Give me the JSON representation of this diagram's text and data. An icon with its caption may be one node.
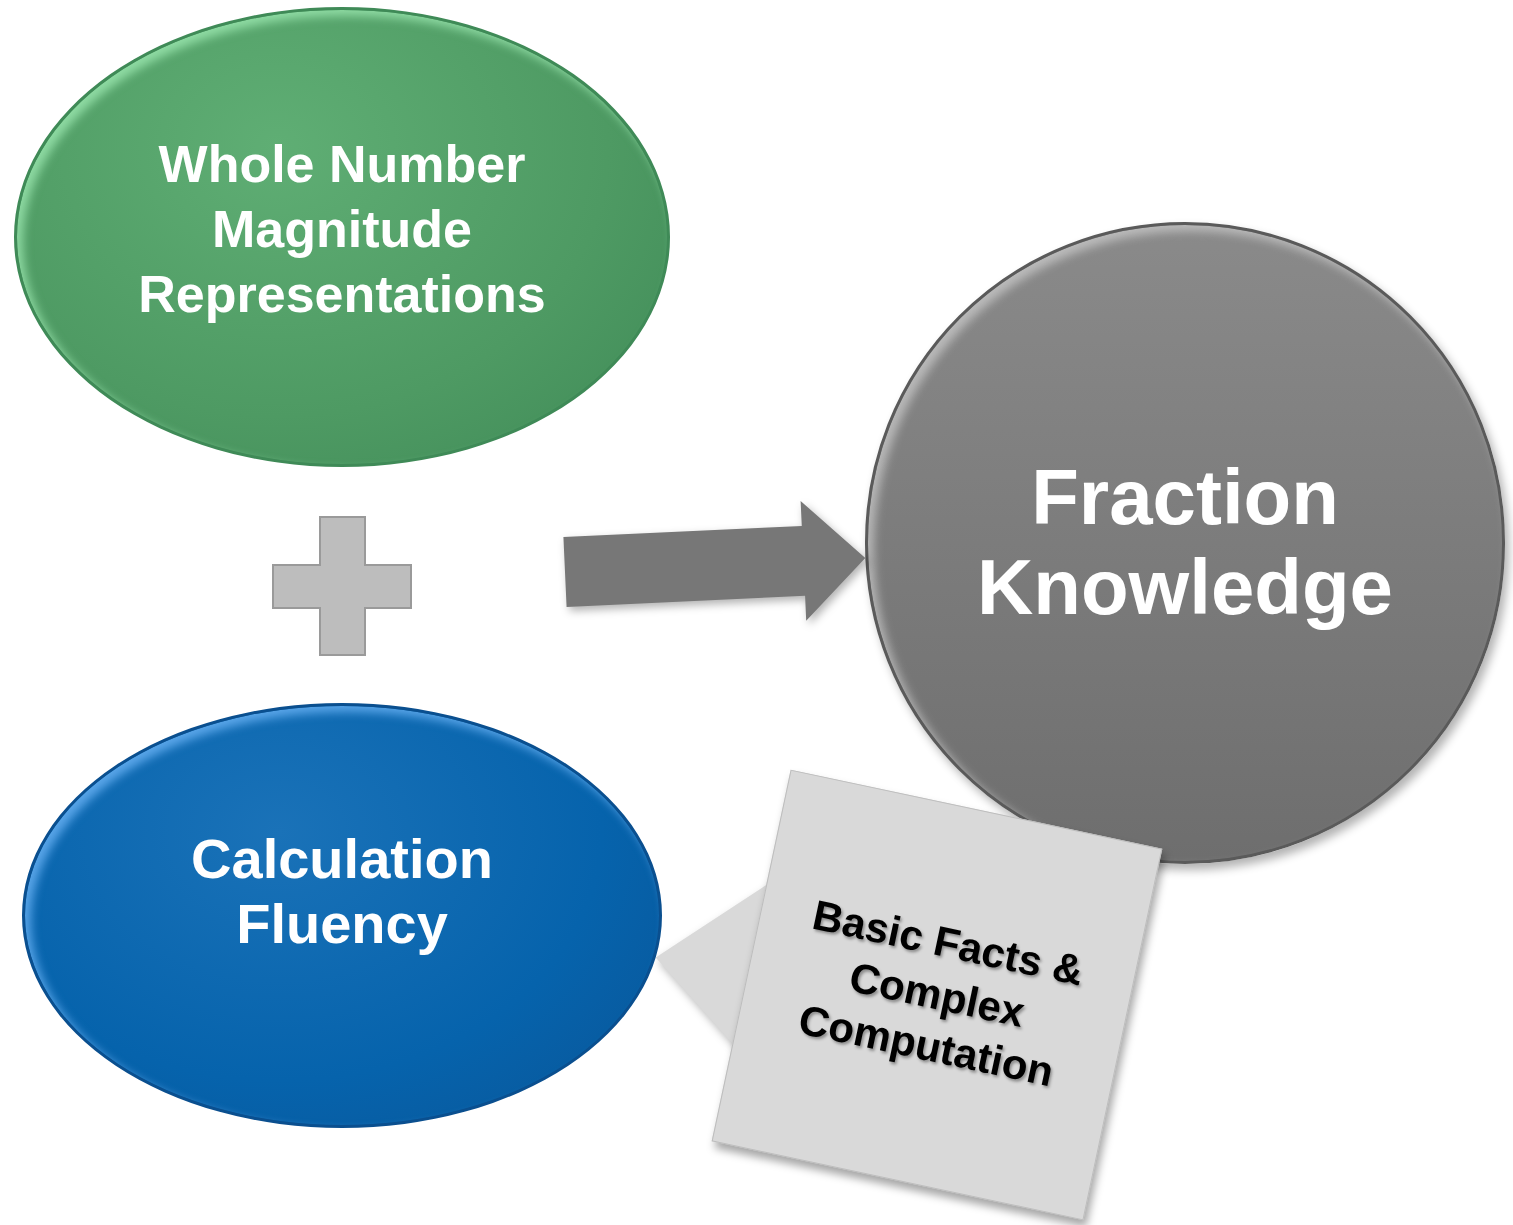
{
  "diagram": {
    "nodes": [
      {
        "text": [
          "Whole Number Magnitude Representations"
        ]
      },
      {
        "text": [
          "Calculation Fluency"
        ]
      },
      {
        "text": [
          "Fraction Knowledge"
        ]
      },
      {
        "text": [
          "Basic Facts & Complex Computation"
        ]
      }
    ],
    "edges": [
      {
        "from": null,
        "to": 2,
        "arrow": "to"
      },
      {
        "from": 3,
        "to": 1,
        "arrow": "to"
      }
    ]
  }
}
